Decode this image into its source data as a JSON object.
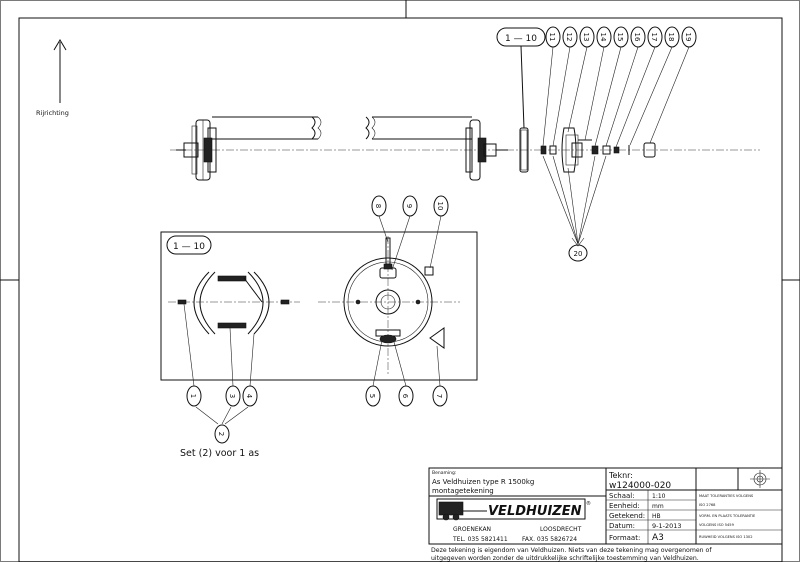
{
  "direction_label": "Rijrichting",
  "balloons": {
    "range_top": "1 — 10",
    "range_left": "1 — 10",
    "n1": "1",
    "n2": "2",
    "n3": "3",
    "n4": "4",
    "n5": "5",
    "n6": "6",
    "n7": "7",
    "n8": "8",
    "n9": "9",
    "n10": "10",
    "n11": "11",
    "n12": "12",
    "n13": "13",
    "n14": "14",
    "n15": "15",
    "n16": "16",
    "n17": "17",
    "n18": "18",
    "n19": "19",
    "n20": "20"
  },
  "set_note": "Set (2) voor 1 as",
  "title_block": {
    "benaming_label": "Benaming:",
    "benaming_line1": "As Veldhuizen type R 1500kg",
    "benaming_line2": "montagetekening",
    "tekenr_label": "Teknr:",
    "tekenr_value": "w124000-020",
    "schaal_label": "Schaal:",
    "schaal_value": "1:10",
    "eenheid_label": "Eenheid:",
    "eenheid_value": "mm",
    "getekend_label": "Getekend:",
    "getekend_value": "HB",
    "datum_label": "Datum:",
    "datum_value": "9-1-2013",
    "formaat_label": "Formaat:",
    "formaat_value": "A3",
    "tol1": "MAAT TOLERANTIES VOLGENS",
    "tol1_std": "ISO 2768",
    "tol2": "VORM- EN PLAATS TOLERANTIE",
    "tol2_std": "VOLGENS ISO 5459",
    "tol3": "RUWHEID VOLGENS ISO 1302",
    "company_name": "VELDHUIZEN",
    "reg_mark": "®",
    "city_left": "GROENEKAN",
    "city_right": "LOOSDRECHT",
    "tel": "TEL. 035 5821411",
    "fax": "FAX. 035 5826724",
    "footer1": "Deze tekening is eigendom van Veldhuizen. Niets van deze tekening mag overgenomen of",
    "footer2": "uitgegeven worden zonder de uitdrukkelijke schriftelijke toestemming van Veldhuizen."
  }
}
